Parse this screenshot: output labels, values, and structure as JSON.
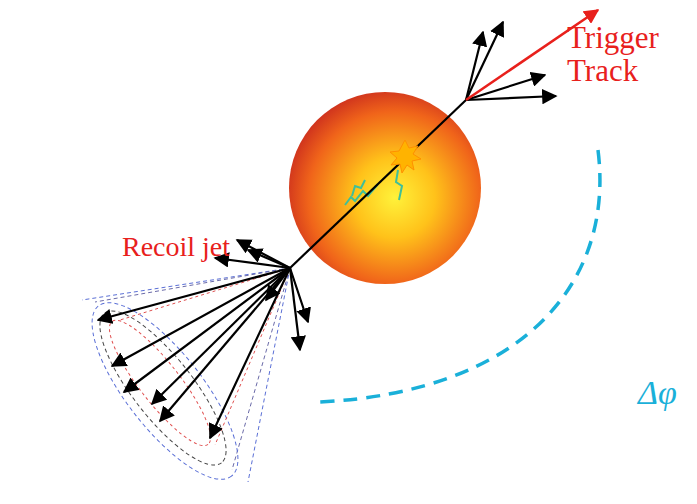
{
  "diagram": {
    "labels": [
      "Trigger Track",
      "Recoil jet",
      "Δφ"
    ]
  }
}
